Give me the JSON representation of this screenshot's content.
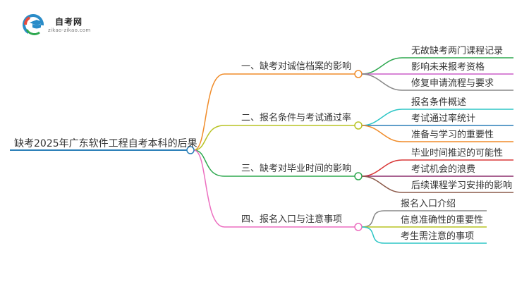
{
  "logo": {
    "name": "自考网",
    "url": "zikao-zikao.com",
    "colors": [
      "#e84a3c",
      "#2a8cc8",
      "#2ea84f"
    ]
  },
  "mindmap": {
    "root": {
      "label": "缺考2025年广东软件工程自考本科的后果",
      "color": "#2b7fb8"
    },
    "branches": [
      {
        "label": "一、缺考对诚信档案的影响",
        "color": "#f08c2a",
        "leaves": [
          {
            "label": "无故缺考两门课程记录",
            "color": "#2ea84f"
          },
          {
            "label": "影响未来报考资格",
            "color": "#cc5fc8"
          },
          {
            "label": "修复申请流程与要求",
            "color": "#888888"
          }
        ]
      },
      {
        "label": "二、报名条件与考试通过率",
        "color": "#b8c324",
        "leaves": [
          {
            "label": "报名条件概述",
            "color": "#2dc6c6"
          },
          {
            "label": "考试通过率统计",
            "color": "#2b7fb8"
          },
          {
            "label": "准备与学习的重要性",
            "color": "#f08c2a"
          }
        ]
      },
      {
        "label": "三、缺考对毕业时间的影响",
        "color": "#2ea84f",
        "leaves": [
          {
            "label": "毕业时间推迟的可能性",
            "color": "#d93838"
          },
          {
            "label": "考试机会的浪费",
            "color": "#8b2d6b"
          },
          {
            "label": "后续课程学习安排的影响",
            "color": "#8c5a4a"
          }
        ]
      },
      {
        "label": "四、报名入口与注意事项",
        "color": "#ec6fc0",
        "leaves": [
          {
            "label": "报名入口介绍",
            "color": "#888888"
          },
          {
            "label": "信息准确性的重要性",
            "color": "#b8c324"
          },
          {
            "label": "考生需注意的事项",
            "color": "#2dc6c6"
          }
        ]
      }
    ]
  }
}
